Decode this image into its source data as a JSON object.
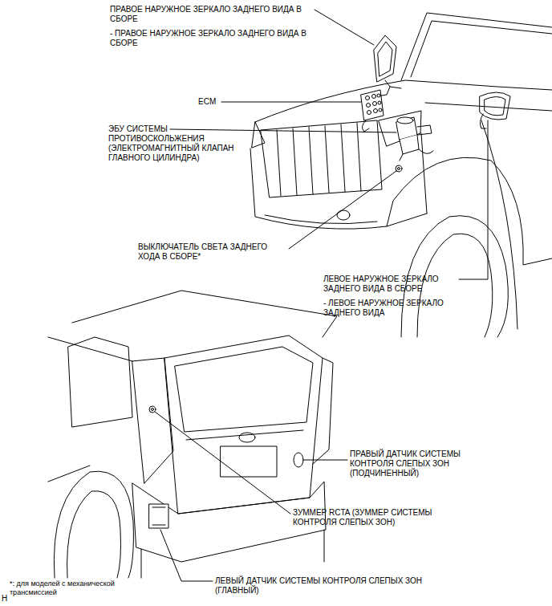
{
  "diagram": {
    "labels": [
      "ПРАВОЕ НАРУЖНОЕ ЗЕРКАЛО ЗАДНЕГО ВИДА В СБОРЕ",
      "- ПРАВОЕ НАРУЖНОЕ ЗЕРКАЛО ЗАДНЕГО ВИДА В СБОРЕ",
      "ECM",
      "ЭБУ СИСТЕМЫ ПРОТИВОСКОЛЬЖЕНИЯ (ЭЛЕКТРОМАГНИТНЫЙ КЛАПАН ГЛАВНОГО ЦИЛИНДРА)",
      "ВЫКЛЮЧАТЕЛЬ СВЕТА ЗАДНЕГО ХОДА В СБОРЕ*",
      "ЛЕВОЕ НАРУЖНОЕ ЗЕРКАЛО ЗАДНЕГО ВИДА В СБОРЕ",
      "- ЛЕВОЕ НАРУЖНОЕ ЗЕРКАЛО ЗАДНЕГО ВИДА",
      "ПРАВЫЙ ДАТЧИК СИСТЕМЫ КОНТРОЛЯ СЛЕПЫХ ЗОН (ПОДЧИНЕННЫЙ)",
      "ЗУММЕР RCTA (ЗУММЕР СИСТЕМЫ КОНТРОЛЯ СЛЕПЫХ ЗОН)",
      "ЛЕВЫЙ ДАТЧИК СИСТЕМЫ КОНТРОЛЯ СЛЕПЫХ ЗОН (ГЛАВНЫЙ)",
      "*: для моделей с механической трансмиссией",
      "H"
    ]
  }
}
